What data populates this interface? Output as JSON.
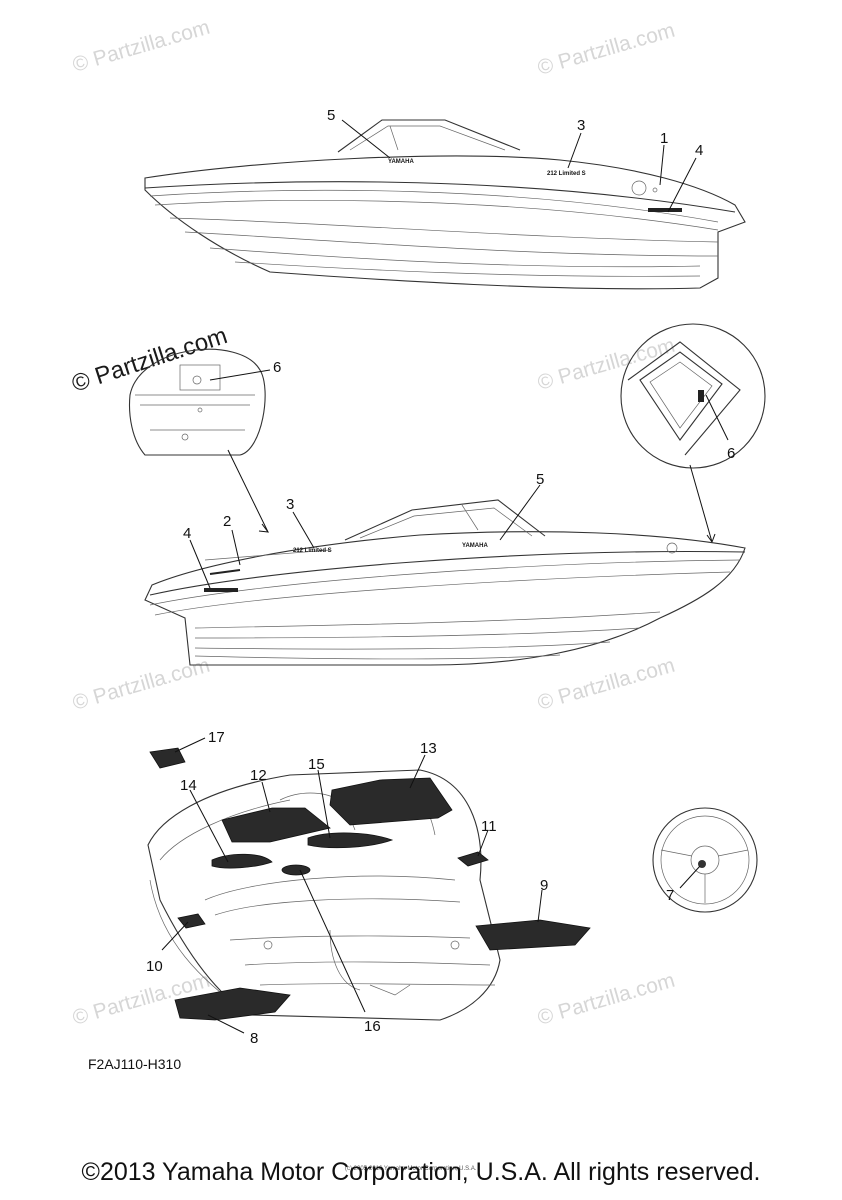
{
  "watermark": {
    "text": "© Partzilla.com"
  },
  "decals": {
    "yamaha": "YAMAHA",
    "model": "212 Limited S"
  },
  "callouts": {
    "top_boat": [
      "5",
      "3",
      "1",
      "4"
    ],
    "mid_boat": [
      "6",
      "6",
      "4",
      "2",
      "3",
      "5"
    ],
    "mats": [
      "17",
      "13",
      "12",
      "15",
      "14",
      "11",
      "9",
      "7",
      "10",
      "16",
      "8"
    ]
  },
  "diagram_code": "F2AJ110-H310",
  "tiny_copyright": "(c) 2005-2016 Yamaha Motor Corporation, U.S.A.",
  "footer": "©2013 Yamaha Motor Corporation, U.S.A. All rights reserved."
}
